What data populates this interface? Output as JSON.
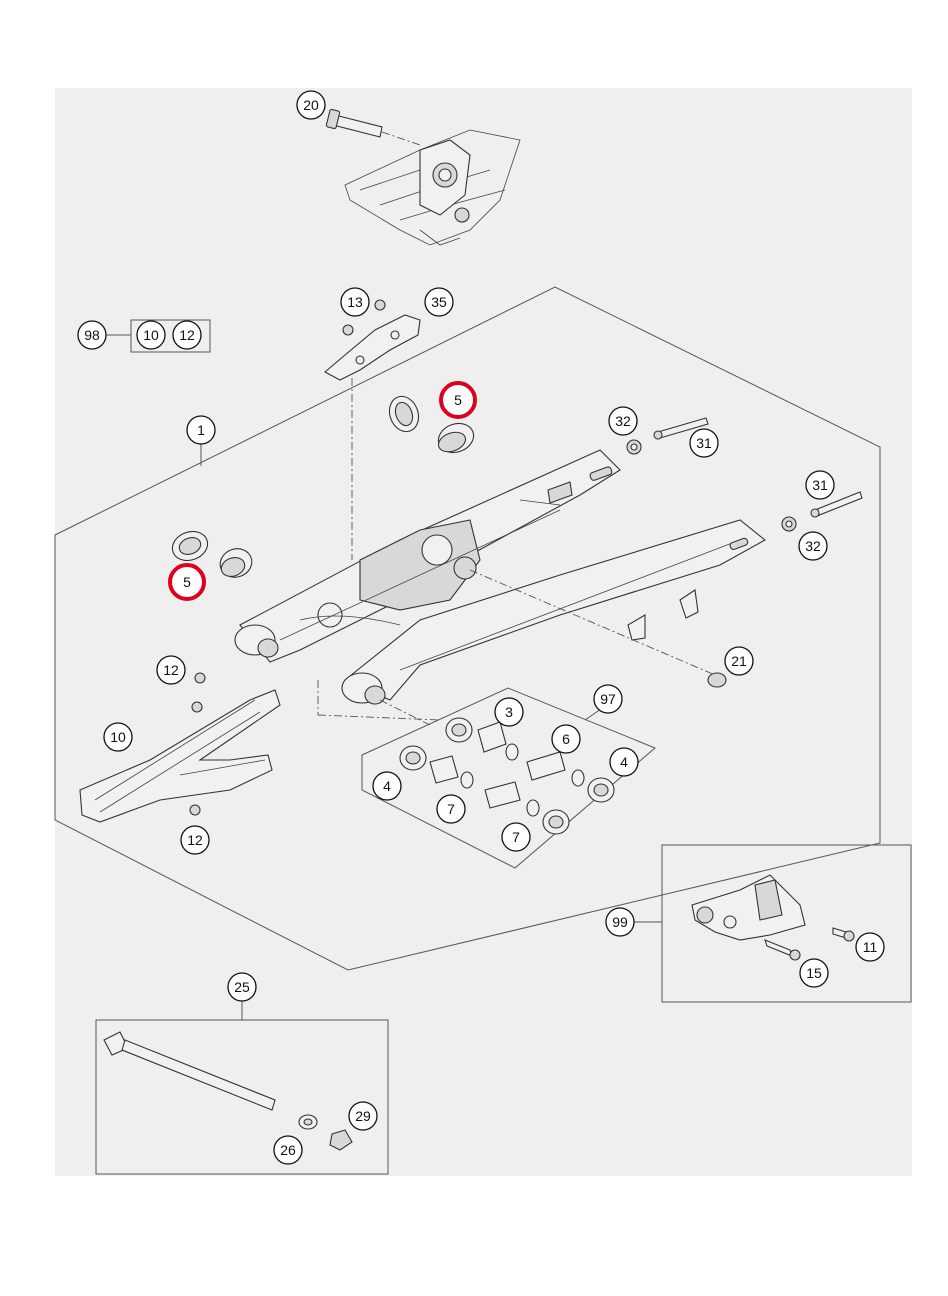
{
  "colors": {
    "background": "#ffffff",
    "panel": "#efefef",
    "line": "#333333",
    "highlight": "#e0001b"
  },
  "callouts": {
    "c20": "20",
    "c13": "13",
    "c35": "35",
    "c98": "98",
    "c98_10": "10",
    "c98_12": "12",
    "c5a": "5",
    "c5b": "5",
    "c1": "1",
    "c32a": "32",
    "c31a": "31",
    "c31b": "31",
    "c32b": "32",
    "c21": "21",
    "c12a": "12",
    "c10": "10",
    "c12b": "12",
    "c97": "97",
    "c3": "3",
    "c6": "6",
    "c4a": "4",
    "c4b": "4",
    "c7a": "7",
    "c7b": "7",
    "c99": "99",
    "c11": "11",
    "c15": "15",
    "c25": "25",
    "c29": "29",
    "c26": "26"
  },
  "highlighted_callouts": [
    "5"
  ]
}
